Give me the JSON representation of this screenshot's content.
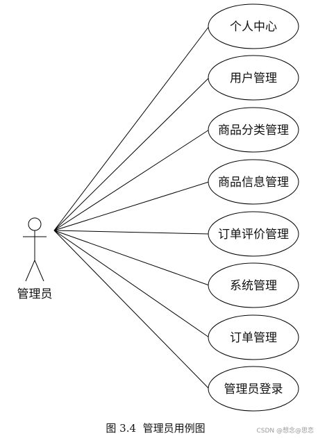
{
  "diagram": {
    "actor": {
      "label": "管理员",
      "icon": "stick-figure-actor-icon"
    },
    "use_cases": [
      {
        "label": "个人中心"
      },
      {
        "label": "用户管理"
      },
      {
        "label": "商品分类管理"
      },
      {
        "label": "商品信息管理"
      },
      {
        "label": "订单评价管理"
      },
      {
        "label": "系统管理"
      },
      {
        "label": "订单管理"
      },
      {
        "label": "管理员登录"
      }
    ],
    "caption": "图 3.4  管理员用例图",
    "watermark": "CSDN @想念@思恋"
  },
  "colors": {
    "stroke": "#000000",
    "text": "#111111",
    "background": "#ffffff",
    "watermark": "#9a9a9a"
  }
}
